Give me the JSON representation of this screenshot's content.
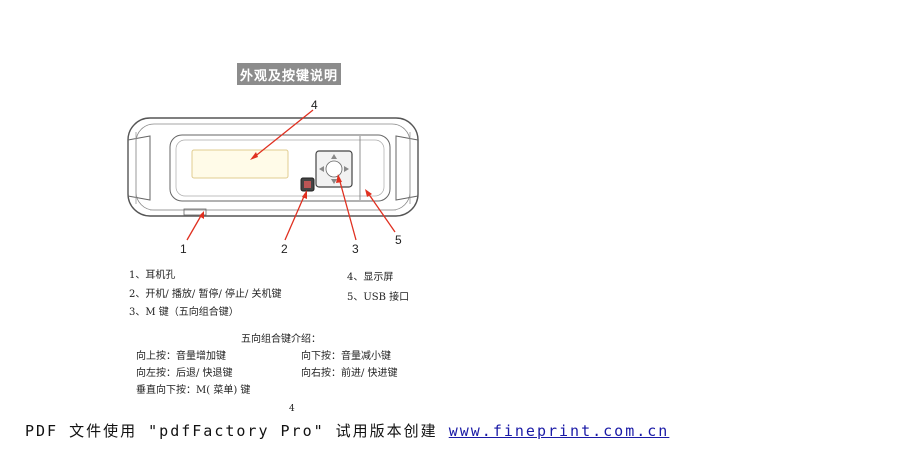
{
  "title": "外观及按键说明",
  "callouts": [
    "4",
    "1",
    "2",
    "3",
    "5"
  ],
  "parts_left": [
    "1、耳机孔",
    "2、开机/ 播放/ 暂停/ 停止/ 关机键",
    "3、M 键（五向组合键）"
  ],
  "parts_right": [
    "4、显示屏",
    "5、USB 接口"
  ],
  "joystick": {
    "heading": "五向组合键介绍：",
    "up": "向上按：音量增加键",
    "down": "向下按：音量减小键",
    "left": "向左按：后退/ 快退键",
    "right": "向右按：前进/ 快进键",
    "press": "垂直向下按：M( 菜单) 键"
  },
  "page_number": "4",
  "footer": {
    "text": "PDF 文件使用 \"pdfFactory Pro\" 试用版本创建",
    "link": "www.fineprint.com.cn"
  },
  "colors": {
    "arrow": "#e03020",
    "title_bg": "#8c8c8c",
    "link": "#1a1aa6"
  }
}
